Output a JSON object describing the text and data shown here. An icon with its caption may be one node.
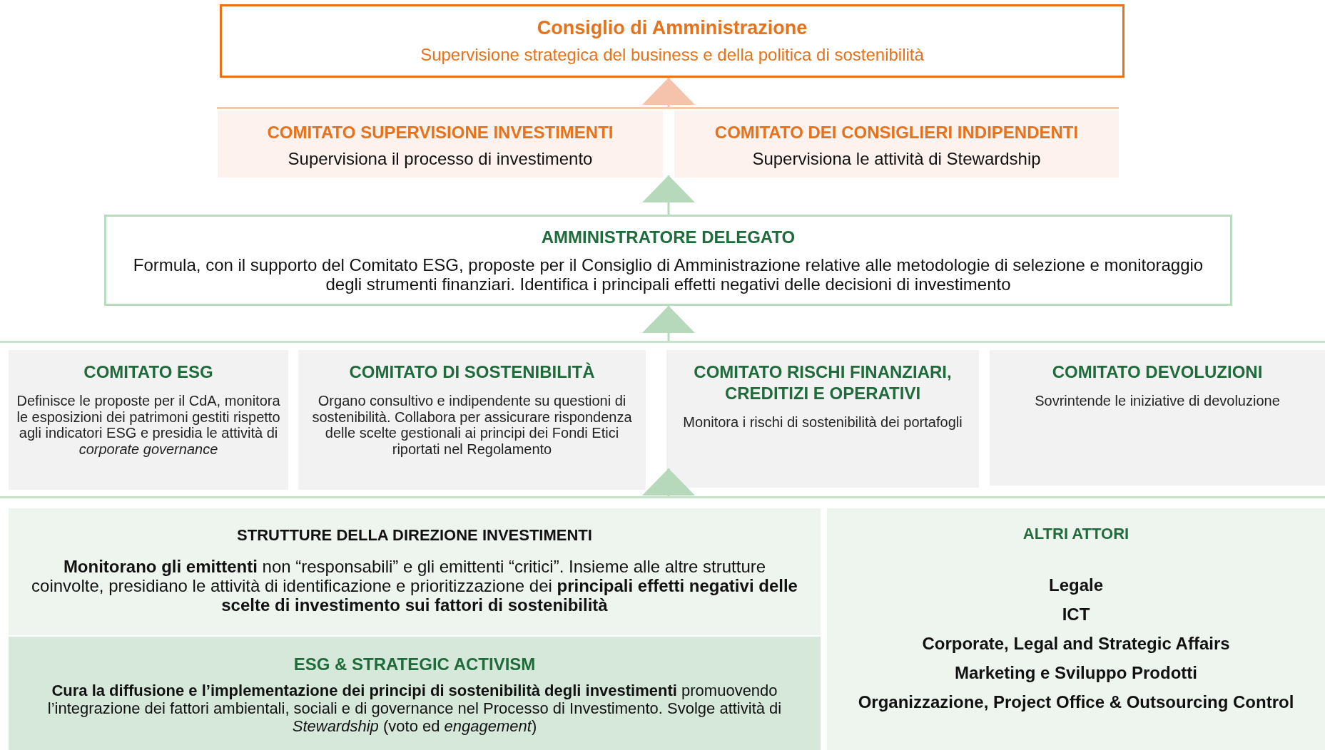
{
  "diagram": {
    "nodes": [
      {
        "text": [
          "Consiglio di Amministrazione",
          "Supervisione strategica del business e della politica di sostenibilità"
        ]
      },
      {
        "text": [],
        "shape": "band"
      },
      {
        "text": [
          "COMITATO SUPERVISIONE INVESTIMENTI",
          "Supervisiona il processo di investimento"
        ],
        "in": 1
      },
      {
        "text": [
          "COMITATO DEI CONSIGLIERI INDIPENDENTI",
          "Supervisiona le attività di Stewardship"
        ],
        "in": 1
      },
      {
        "text": [
          "AMMINISTRATORE DELEGATO",
          "Formula, con il supporto del Comitato ESG, proposte per il Consiglio di Amministrazione relative alle metodologie di selezione e monitoraggio degli strumenti finanziari. Identifica i principali effetti negativi delle decisioni di investimento"
        ]
      },
      {
        "text": [],
        "shape": "band"
      },
      {
        "text": [
          "COMITATO ESG",
          "Definisce le proposte per il CdA, monitora le esposizioni dei patrimoni gestiti rispetto agli indicatori ESG e presidia le attività di *corporate governance*"
        ],
        "in": 5
      },
      {
        "text": [
          "COMITATO DI SOSTENIBILITÀ",
          "Organo consultivo e indipendente su questioni di sostenibilità. Collabora per assicurare rispondenza delle scelte gestionali ai principi dei Fondi Etici riportati nel Regolamento"
        ],
        "in": 5
      },
      {
        "text": [
          "COMITATO RISCHI FINANZIARI, CREDITIZI E OPERATIVI",
          "Monitora i rischi di sostenibilità dei portafogli"
        ],
        "in": 5
      },
      {
        "text": [
          "COMITATO DEVOLUZIONI",
          "Sovrintende le iniziative di devoluzione"
        ],
        "in": 5
      },
      {
        "text": [],
        "shape": "band"
      },
      {
        "text": [
          "STRUTTURE DELLA DIREZIONE INVESTIMENTI",
          "**Monitorano gli emittenti** non “responsabili” e gli emittenti “critici”. Insieme alle altre strutture coinvolte, presidiano le attività di identificazione e prioritizzazione dei **principali effetti negativi delle scelte di investimento sui fattori di sostenibilità**"
        ],
        "in": 10
      },
      {
        "text": [
          "ESG & STRATEGIC ACTIVISM",
          "**Cura la diffusione e l’implementazione dei principi di sostenibilità degli investimenti** promuovendo l’integrazione dei fattori ambientali, sociali e di governance nel Processo di Investimento. Svolge attività di *Stewardship* (voto ed *engagement*)"
        ],
        "in": 10
      },
      {
        "text": [
          "ALTRI ATTORI",
          "Legale",
          "ICT",
          "Corporate, Legal and Strategic Affairs",
          "Marketing e Sviluppo Prodotti",
          "Organizzazione, Project Office & Outsourcing Control"
        ],
        "in": 10
      }
    ],
    "edges": [
      {
        "from": 1,
        "to": 0,
        "arrow": "to",
        "color": "#f5c3ab"
      },
      {
        "from": 4,
        "to": 1,
        "arrow": "to"
      },
      {
        "from": 5,
        "to": 4,
        "arrow": "to"
      },
      {
        "from": 10,
        "to": 5,
        "arrow": "to"
      }
    ]
  }
}
